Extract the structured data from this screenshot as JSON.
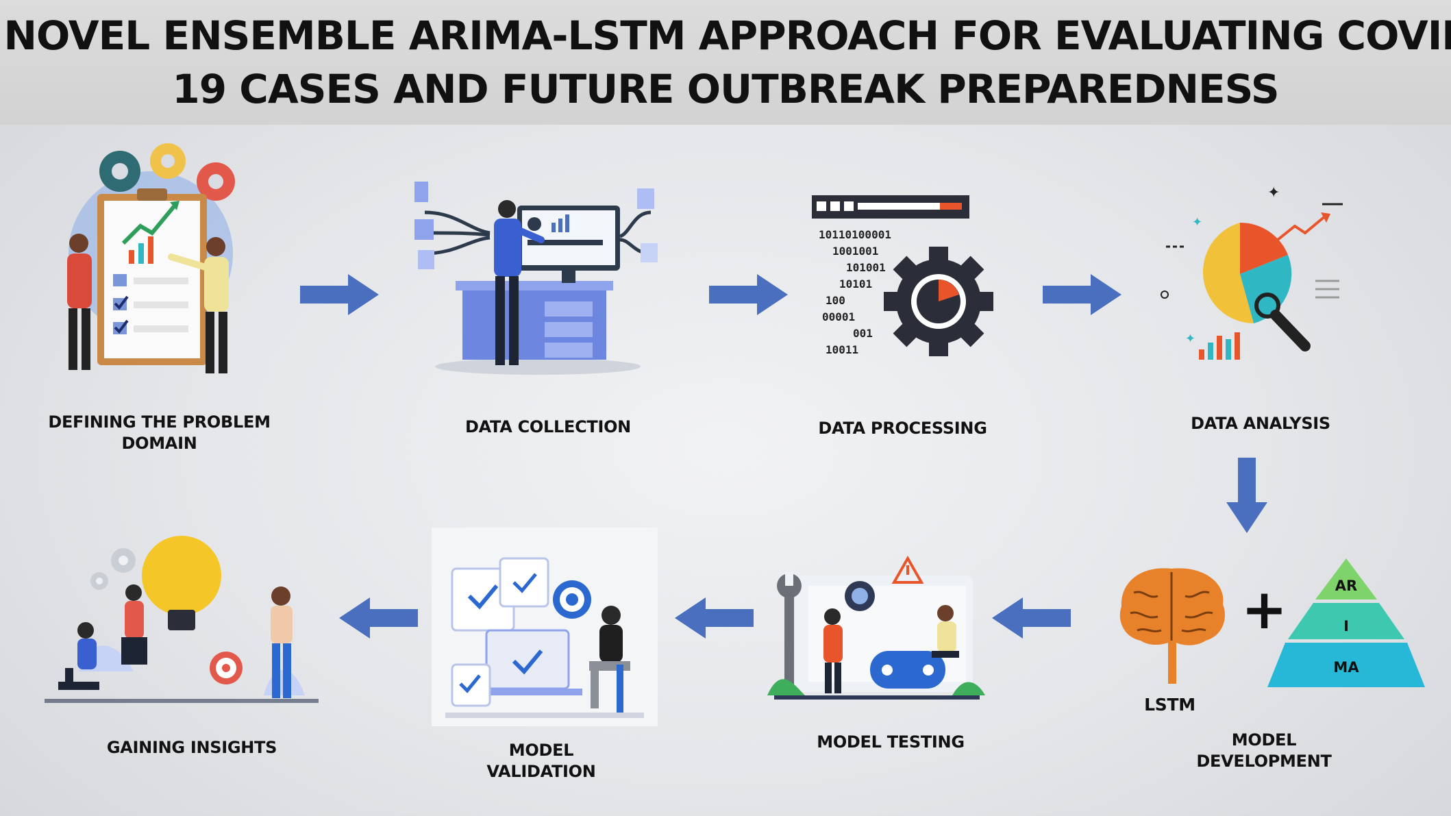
{
  "title": {
    "line1": "A NOVEL ENSEMBLE ARIMA-LSTM APPROACH FOR EVALUATING COVID-",
    "line2": "19 CASES AND FUTURE OUTBREAK PREPAREDNESS"
  },
  "steps": {
    "defining": {
      "line1": "DEFINING THE PROBLEM",
      "line2": "DOMAIN"
    },
    "collection": {
      "line1": "DATA COLLECTION"
    },
    "processing": {
      "line1": "DATA PROCESSING"
    },
    "analysis": {
      "line1": "DATA ANALYSIS"
    },
    "development": {
      "line1": "MODEL",
      "line2": "DEVELOPMENT"
    },
    "testing": {
      "line1": "MODEL TESTING"
    },
    "validation": {
      "line1": "MODEL",
      "line2": "VALIDATION"
    },
    "insights": {
      "line1": "GAINING INSIGHTS"
    }
  },
  "model": {
    "lstm_label": "LSTM",
    "plus": "+",
    "pyramid": [
      "AR",
      "I",
      "MA"
    ]
  },
  "binary_lines": [
    "10110100001",
    "1001001",
    "101001",
    "10101",
    "100",
    "00001",
    "001",
    "10011"
  ],
  "colors": {
    "arrow": "#4a6fbf",
    "accent_orange": "#e8552a",
    "accent_teal": "#2fb7c4",
    "pyramid_top": "#7fd36b",
    "pyramid_mid": "#3fc8b0",
    "pyramid_bottom": "#27b8d8",
    "brain": "#e8822a"
  }
}
